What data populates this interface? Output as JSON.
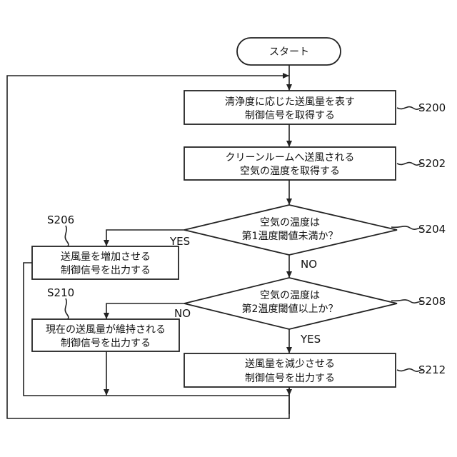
{
  "start": {
    "label": "スタート"
  },
  "steps": {
    "s200": {
      "line1": "清浄度に応じた送風量を表す",
      "line2": "制御信号を取得する",
      "ref": "S200"
    },
    "s202": {
      "line1": "クリーンルームへ送風される",
      "line2": "空気の温度を取得する",
      "ref": "S202"
    },
    "s204": {
      "line1": "空気の温度は",
      "line2": "第1温度閾値未満か？",
      "ref": "S204"
    },
    "s206": {
      "line1": "送風量を増加させる",
      "line2": "制御信号を出力する",
      "ref": "S206"
    },
    "s208": {
      "line1": "空気の温度は",
      "line2": "第2温度閾値以上か？",
      "ref": "S208"
    },
    "s210": {
      "line1": "現在の送風量が維持される",
      "line2": "制御信号を出力する",
      "ref": "S210"
    },
    "s212": {
      "line1": "送風量を減少させる",
      "line2": "制御信号を出力する",
      "ref": "S212"
    }
  },
  "branches": {
    "s204_yes": "YES",
    "s204_no": "NO",
    "s208_no": "NO",
    "s208_yes": "YES"
  }
}
